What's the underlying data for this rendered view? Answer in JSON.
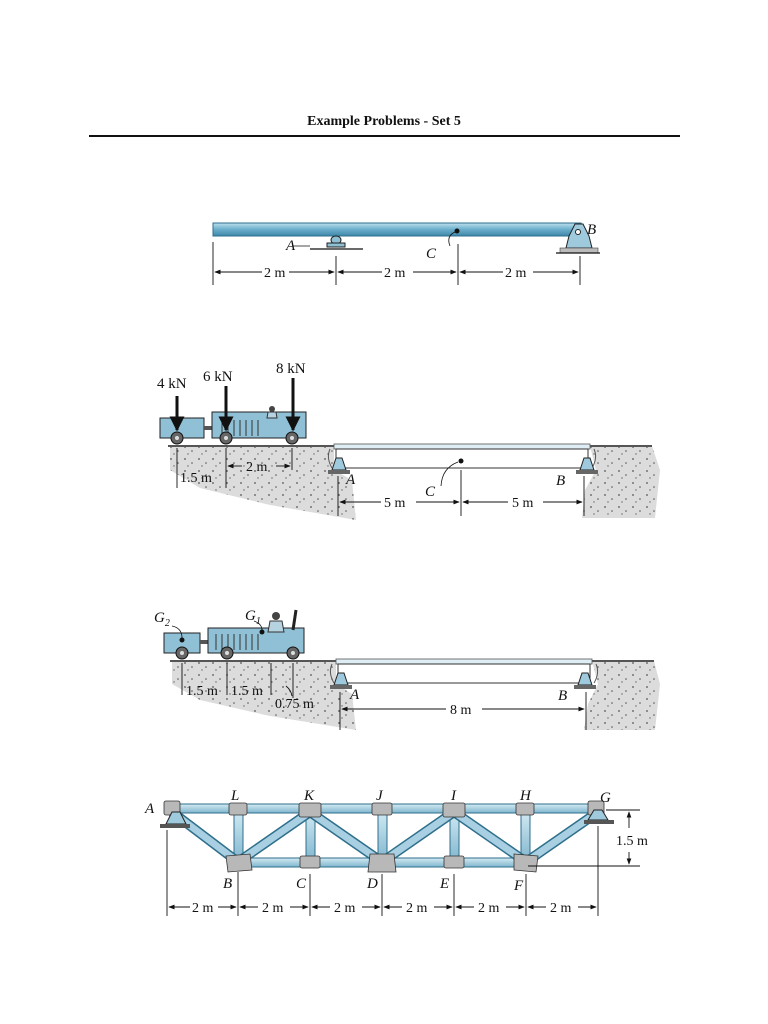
{
  "header": {
    "title": "Example Problems - Set 5"
  },
  "colors": {
    "beam": "#6aaecb",
    "beam_light": "#b9dcea",
    "steel": "#9fc9dc",
    "ground": "#d7d7d7",
    "ink": "#111111"
  },
  "problem1": {
    "labels": {
      "a": "A",
      "b": "B",
      "c": "C"
    },
    "dims": [
      "2 m",
      "2 m",
      "2 m"
    ]
  },
  "problem2": {
    "loads": [
      "4 kN",
      "6 kN",
      "8 kN"
    ],
    "labels": {
      "a": "A",
      "b": "B",
      "c": "C"
    },
    "dims_truck": [
      "1.5 m",
      "2 m"
    ],
    "dims_beam": [
      "5 m",
      "5 m"
    ]
  },
  "problem3": {
    "labels": {
      "g1": "G",
      "g1_sub": "1",
      "g2": "G",
      "g2_sub": "2",
      "a": "A",
      "b": "B"
    },
    "dims_truck": [
      "1.5 m",
      "1.5 m",
      "0.75 m"
    ],
    "dims_beam": [
      "8 m"
    ]
  },
  "problem4": {
    "top_nodes": [
      "A",
      "L",
      "K",
      "J",
      "I",
      "H",
      "G"
    ],
    "bottom_nodes": [
      "B",
      "C",
      "D",
      "E",
      "F"
    ],
    "dims": [
      "2 m",
      "2 m",
      "2 m",
      "2 m",
      "2 m",
      "2 m"
    ],
    "height_dim": "1.5 m"
  }
}
